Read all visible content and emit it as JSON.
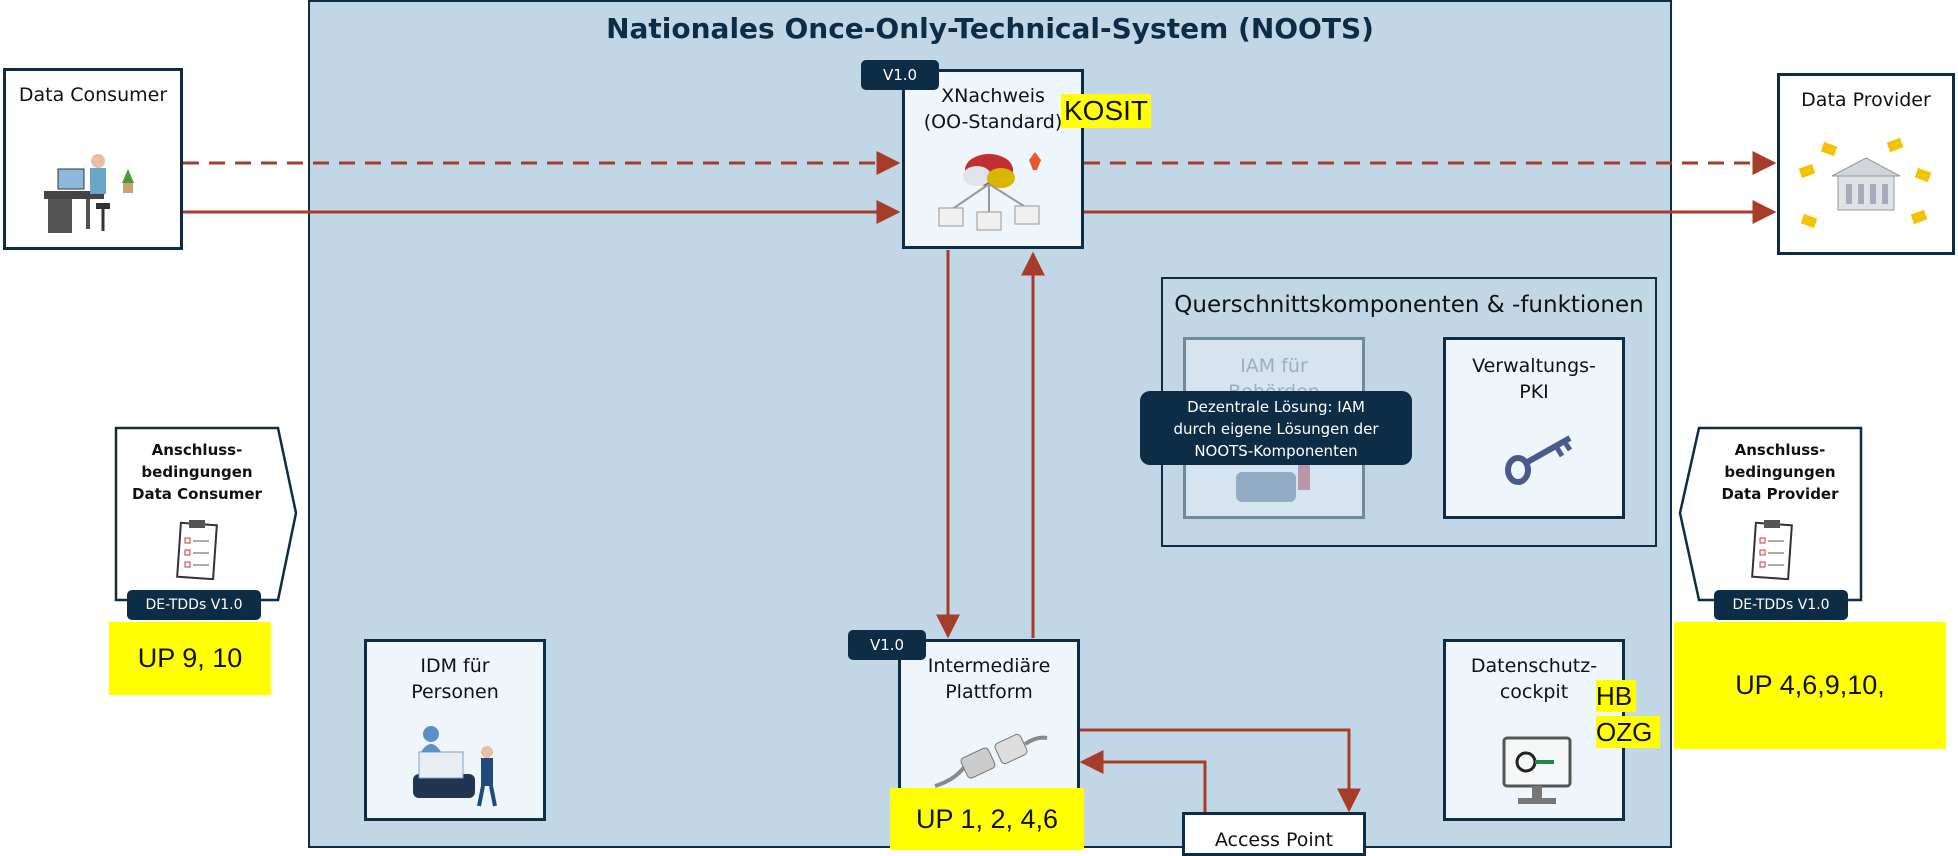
{
  "diagram": {
    "title": "Nationales Once-Only-Technical-System (NOOTS)",
    "data_consumer": "Data Consumer",
    "data_provider": "Data Provider",
    "xnachweis": {
      "version": "V1.0",
      "line1": "XNachweis",
      "line2": "(OO-Standard)",
      "tag": "KOSIT"
    },
    "cross_section": {
      "title": "Querschnittskomponenten & -funktionen",
      "iam": {
        "line1": "IAM für",
        "line2": "Behörden"
      },
      "pki": {
        "line1": "Verwaltungs-",
        "line2": "PKI"
      },
      "tooltip": {
        "line1": "Dezentrale Lösung: IAM",
        "line2": "durch eigene Lösungen der",
        "line3": "NOOTS-Komponenten"
      }
    },
    "anschluss_consumer": {
      "line1": "Anschluss-",
      "line2": "bedingungen",
      "line3": "Data Consumer",
      "badge": "DE-TDDs V1.0",
      "up": "UP 9, 10"
    },
    "anschluss_provider": {
      "line1": "Anschluss-",
      "line2": "bedingungen",
      "line3": "Data Provider",
      "badge": "DE-TDDs V1.0",
      "up": "UP 4,6,9,10,"
    },
    "idm": {
      "line1": "IDM für",
      "line2": "Personen"
    },
    "intermediaere": {
      "version": "V1.0",
      "line1": "Intermediäre",
      "line2": "Plattform",
      "up": "UP 1, 2, 4,6"
    },
    "access_point": "Access Point",
    "datenschutz": {
      "line1": "Datenschutz-",
      "line2": "cockpit",
      "tag1": "HB",
      "tag2": "OZG"
    },
    "colors": {
      "arrow": "#a63c2a",
      "dark": "#0d2c45",
      "fill": "#c2d7e6",
      "highlight": "#ffff00"
    },
    "icons": [
      "office-worker-icon",
      "government-building-icon",
      "cloud-network-icon",
      "checklist-clipboard-icon",
      "key-icon",
      "identity-phone-icon",
      "plug-connector-icon",
      "monitor-key-icon"
    ]
  }
}
